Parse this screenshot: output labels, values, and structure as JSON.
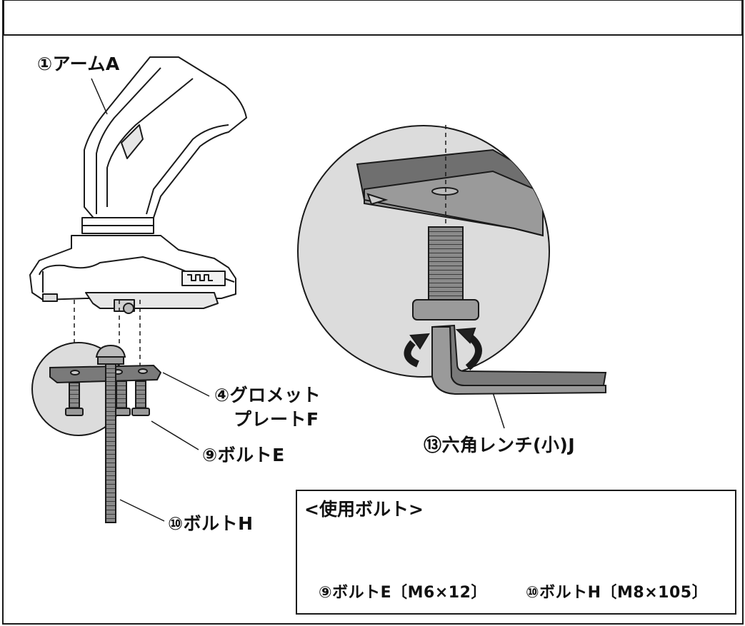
{
  "labels": {
    "arm": "①アームA",
    "grommet_line1": "④グロメット",
    "grommet_line2": "プレートF",
    "bolt_e": "⑨ボルトE",
    "bolt_h": "⑩ボルトH",
    "hex_wrench": "⑬六角レンチ(小)J"
  },
  "bolt_panel": {
    "title": "<使用ボルト>",
    "bolt_e_caption": "⑨ボルトE〔M6×12〕",
    "bolt_h_caption": "⑩ボルトH〔M8×105〕"
  },
  "colors": {
    "line": "#1a1a1a",
    "circle_fill": "#dcdcdc",
    "part_fill": "#9a9a9a",
    "dark_fill": "#6f6f6f",
    "light_fill": "#cfcfcf"
  }
}
